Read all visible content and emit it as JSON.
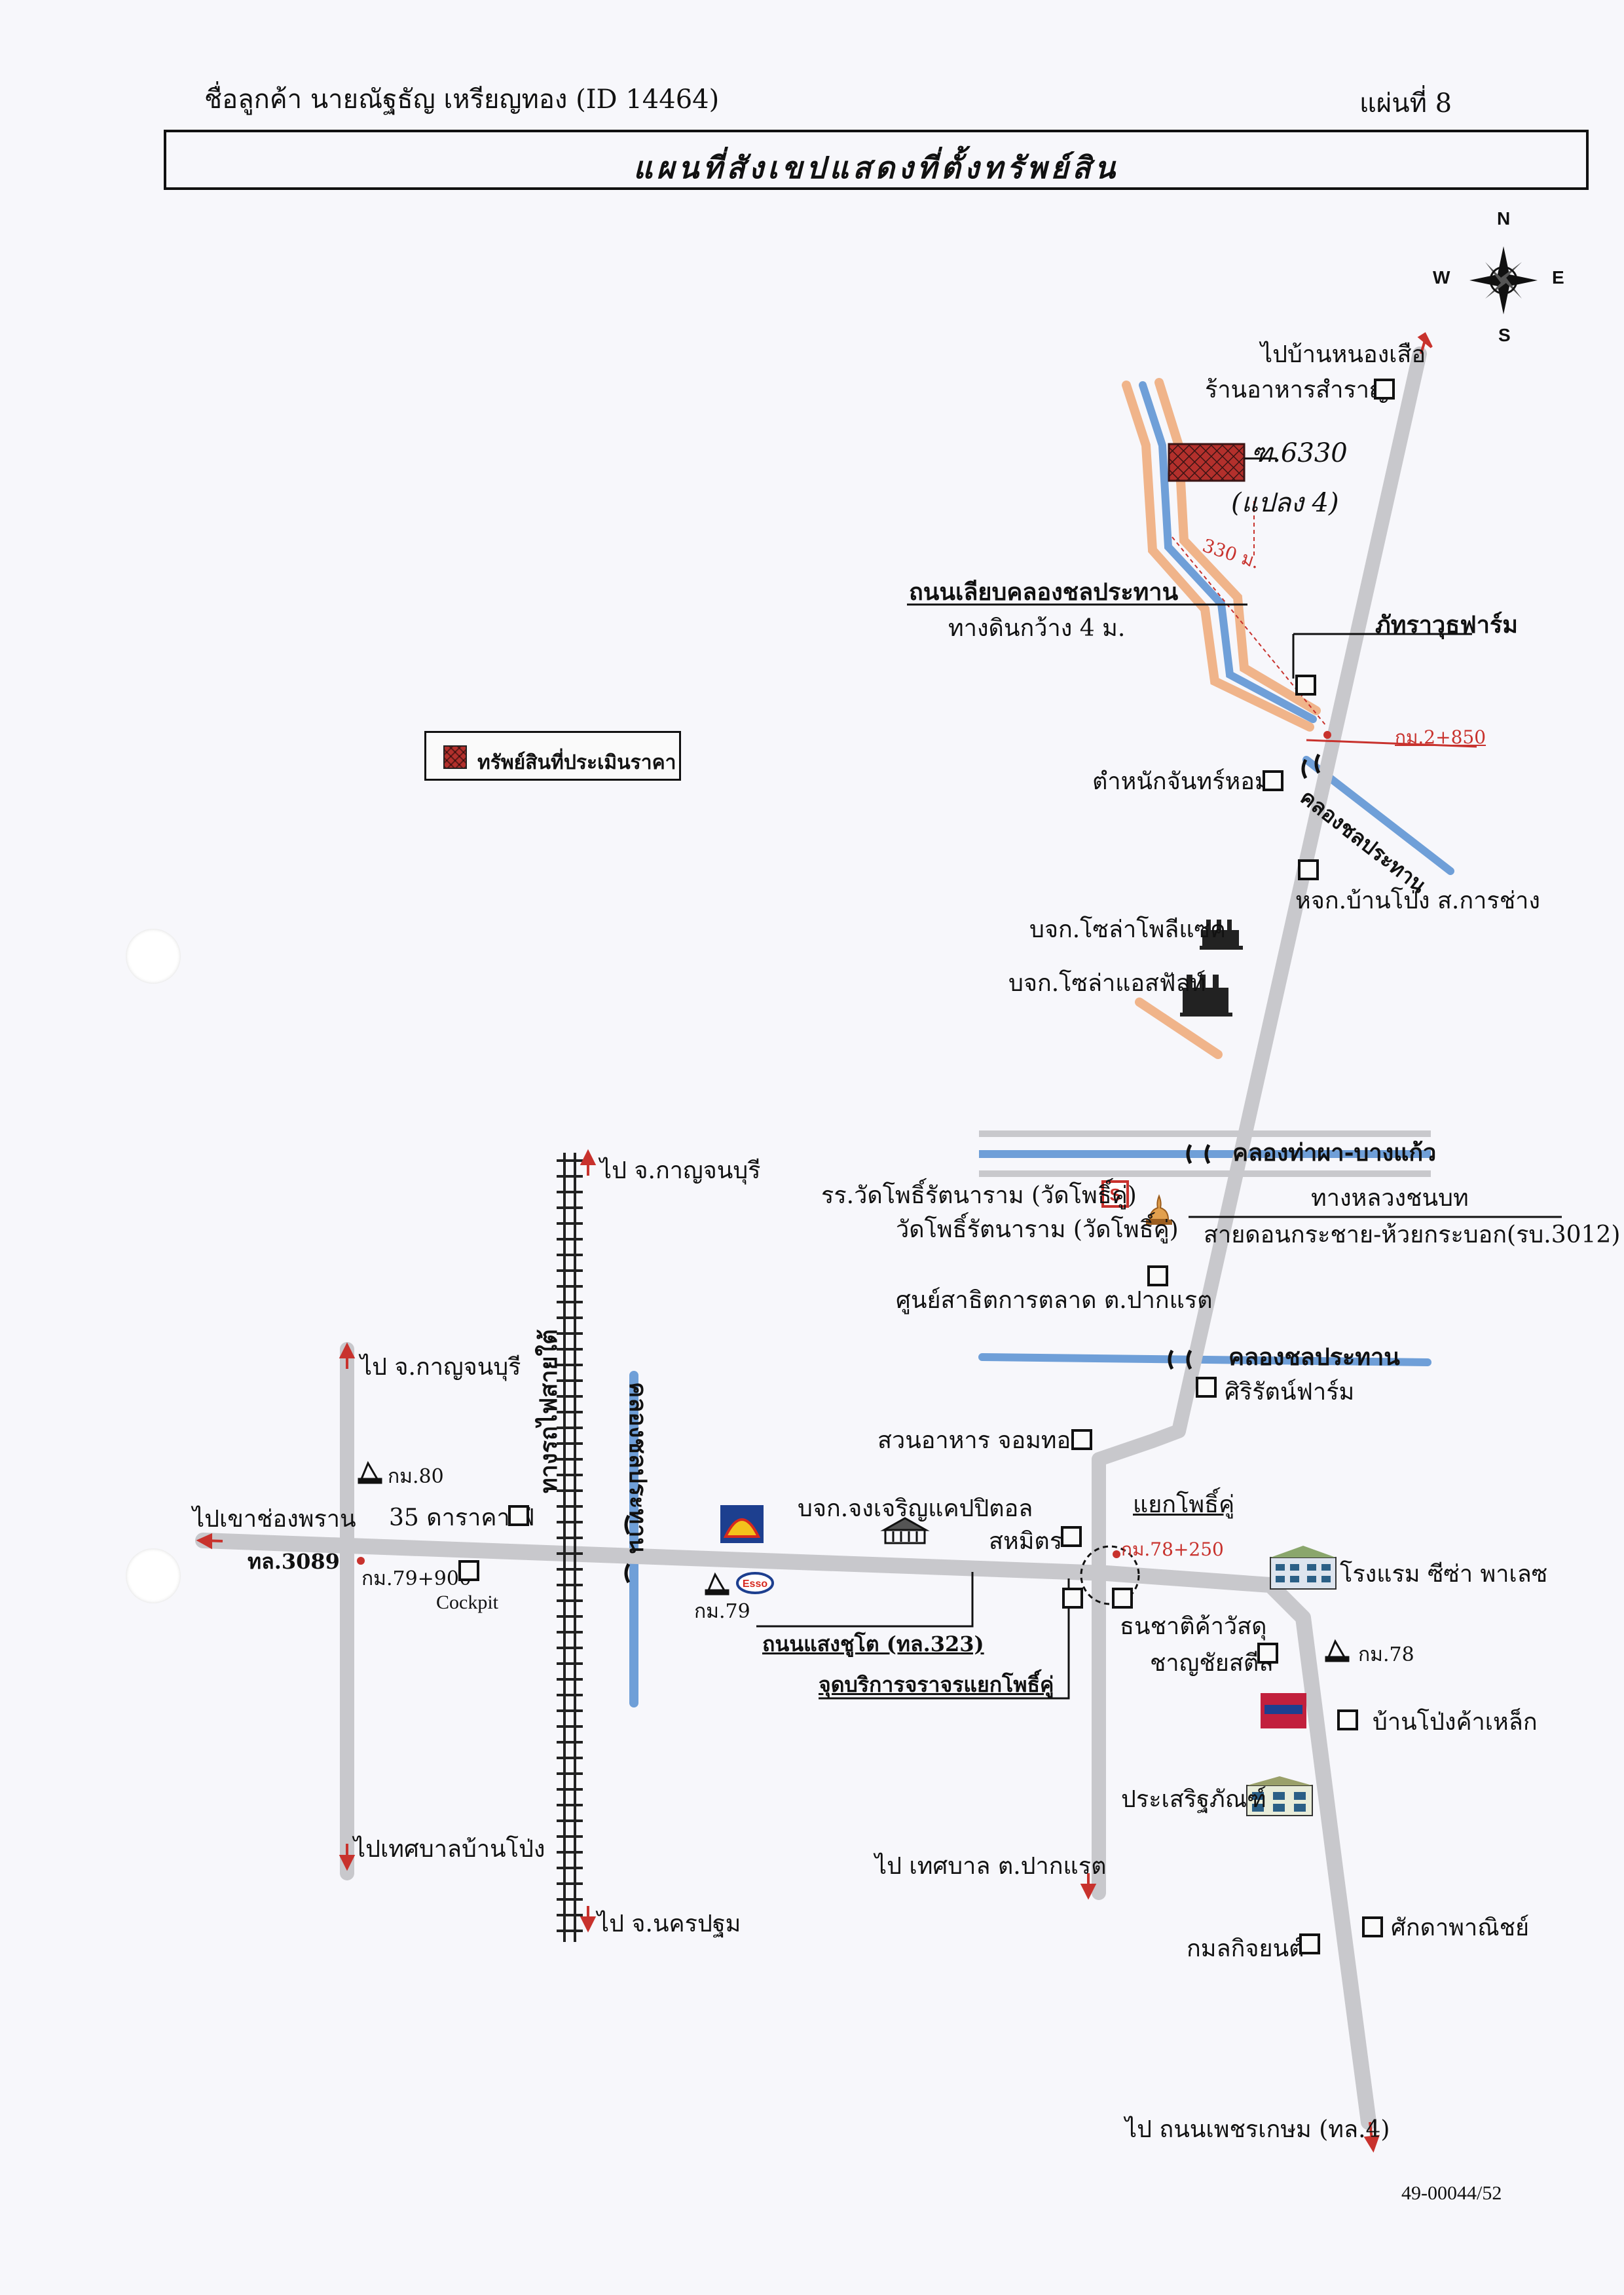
{
  "header": {
    "customer": "ชื่อลูกค้า นายณัฐธัญ เหรียญทอง (ID 14464)",
    "sheet_no": "แผ่นที่ 8",
    "title": "แผนที่สังเขปแสดงที่ตั้งทรัพย์สิน"
  },
  "legend": {
    "label": "ทรัพย์สินที่ประเมินราคา"
  },
  "compass": {
    "n": "N",
    "s": "S",
    "e": "E",
    "w": "W"
  },
  "parcel": {
    "note1": "ฑ.6330",
    "note2": "(แปลง 4)",
    "distance": "330 ม."
  },
  "labels": {
    "to_nong_suea": "ไปบ้านหนองเสือ",
    "samran_restaurant": "ร้านอาหารสำราญ",
    "canal_road": "ถนนเลียบคลองชลประทาน",
    "dirt_road": "ทางดินกว้าง 4 ม.",
    "pattara_farm": "ภัทราวุธฟาร์ม",
    "km_2850": "กม.2+850",
    "chan_hom": "ตำหนักจันทร์หอม",
    "canal_chonprathan": "คลองชลประทาน",
    "ban_pong_partnership": "หจก.บ้านโป่ง ส.การช่าง",
    "solar_poly": "บจก.โซล่าโพลีแซค",
    "solar_asphalt": "บจก.โซล่าแอสฟัลท์",
    "canal_tha_pha": "คลองท่าผา-บางแก้ว",
    "school_wat": "รร.วัดโพธิ์รัตนาราม (วัดโพธิ์คู่)",
    "wat": "วัดโพธิ์รัตนาราม (วัดโพธิ์คู่)",
    "rural_road": "ทางหลวงชนบท",
    "rural_road_line": "สายดอนกระชาย-ห้วยกระบอก(รบ.3012)",
    "market_center": "ศูนย์สาธิตการตลาด ต.ปากแรต",
    "canal_lower": "คลองชลประทาน",
    "siri_farm": "ศิริรัตน์ฟาร์ม",
    "chom_thong": "สวนอาหาร จอมทอง",
    "to_kanchanaburi_top": "ไป จ.กาญจนบุรี",
    "railway": "ทางรถไฟสายใต้",
    "canal_vertical": "คลองชลประทาน",
    "to_kanchanaburi_left": "ไป จ.กาญจนบุรี",
    "km_80": "กม.80",
    "to_khao_chong_phran": "ไปเขาช่องพราน",
    "hwy_3089": "ทล.3089",
    "cafe_35": "35 ดาราคาเฟ่",
    "km_79900": "กม.79+900",
    "cockpit": "Cockpit",
    "chaloen_capital": "บจก.จงเจริญแคปปิตอล",
    "sahamit": "สหมิตร",
    "intersection": "แยกโพธิ์คู่",
    "km_78250": "กม.78+250",
    "hotel": "โรงแรม ซีซ่า พาเลซ",
    "km_79": "กม.79",
    "esso": "Esso",
    "saeng_chuto": "ถนนแสงชูโต (ทล.323)",
    "traffic_post": "จุดบริการจราจรแยกโพธิ์คู่",
    "thanachat": "ธนชาติค้าวัสดุ",
    "chanyuchai": "ชาญชัยสตีล",
    "km_78": "กม.78",
    "ban_pong_steel": "บ้านโป่งค้าเหล็ก",
    "prasert": "ประเสริฐภัณฑ์",
    "to_ban_pong_muni": "ไปเทศบาลบ้านโป่ง",
    "to_pak_raet_muni": "ไป เทศบาล ต.ปากแรต",
    "to_nakhon_pathom": "ไป จ.นครปฐม",
    "sakda": "ศักดาพาณิชย์",
    "kamon": "กมลกิจยนต์",
    "to_phetkasem": "ไป ถนนเพชรเกษม (ทล.4)",
    "doc_no": "49-00044/52"
  },
  "colors": {
    "road": "#c8c8cc",
    "canal": "#6f9fd8",
    "bank": "#f0b48a",
    "red": "#c8322d",
    "parcel": "#b3302c"
  }
}
